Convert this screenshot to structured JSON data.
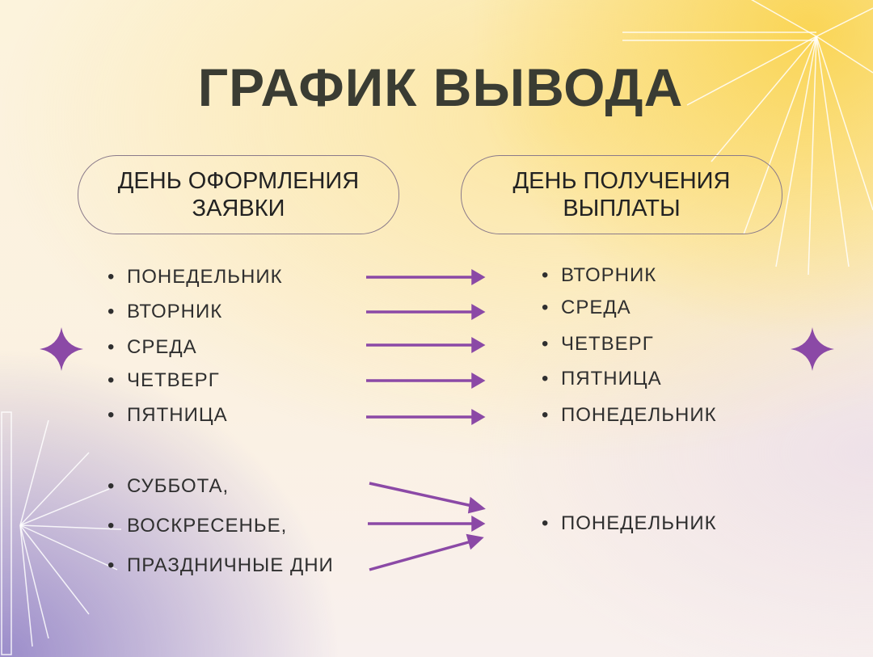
{
  "title": "ГРАФИК ВЫВОДА",
  "columns": {
    "left_header": [
      "ДЕНЬ ОФОРМЛЕНИЯ",
      "ЗАЯВКИ"
    ],
    "right_header": [
      "ДЕНЬ ПОЛУЧЕНИЯ",
      "ВЫПЛАТЫ"
    ]
  },
  "weekday_requests": [
    "ПОНЕДЕЛЬНИК",
    "ВТОРНИК",
    "СРЕДА",
    "ЧЕТВЕРГ",
    "ПЯТНИЦА"
  ],
  "weekday_payouts": [
    "ВТОРНИК",
    "СРЕДА",
    "ЧЕТВЕРГ",
    "ПЯТНИЦА",
    "ПОНЕДЕЛЬНИК"
  ],
  "weekend_requests": [
    "СУББОТА,",
    "ВОСКРЕСЕНЬЕ,",
    "ПРАЗДНИЧНЫЕ ДНИ"
  ],
  "weekend_payout": "ПОНЕДЕЛЬНИК",
  "colors": {
    "accent": "#8b49a6",
    "title": "#3a3c33"
  }
}
